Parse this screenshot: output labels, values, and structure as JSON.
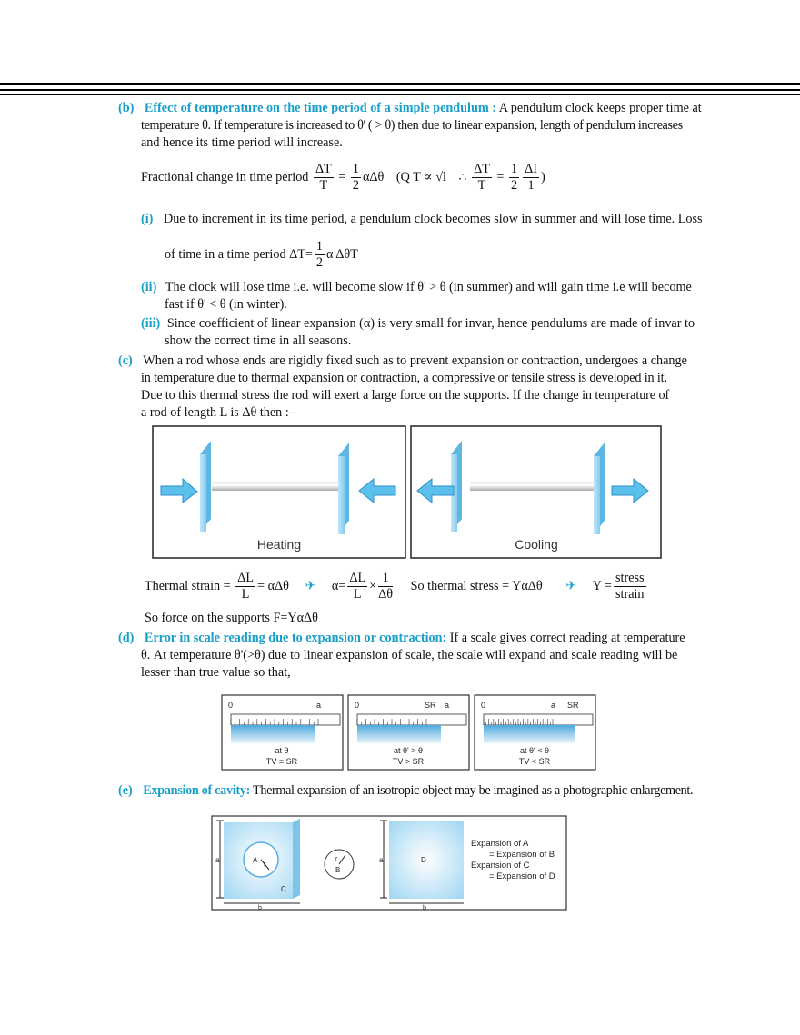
{
  "b": {
    "label": "(b)",
    "heading": "Effect of temperature on the time period of a simple pendulum :",
    "line1_rest": " A pendulum clock  keeps proper time at",
    "line2": "temperature θ. If temperature is increased to θ' ( > θ) then due to linear expansion, length of pendulum increases",
    "line3": "and  hence  its  time  period  will  increase.",
    "frac_text": "Fractional  change  in  time  period",
    "f1_num": "ΔT",
    "f1_den": "T",
    "eq": "=",
    "half_num": "1",
    "half_den": "2",
    "adt": "αΔθ",
    "since": "(Q T ∝ √l",
    "therefore": "∴",
    "f2_num": "ΔT",
    "f2_den": "T",
    "f3_num": "ΔI",
    "f3_den": "1",
    "close": ")",
    "i_label": "(i)",
    "i_line1": "Due to increment in its time period, a pendulum clock becomes slow in summer and will lose time. Loss",
    "i_line2_pre": "of time in a time period ΔT=",
    "i_line2_post": "α ΔθT",
    "ii_label": "(ii)",
    "ii_line1": "The clock will lose time i.e. will become slow if θ' > θ (in summer) and will gain time i.e will become",
    "ii_line2": "fast  if  θ' < θ  (in winter).",
    "iii_label": "(iii)",
    "iii_line1": "Since coefficient of linear expansion (α) is very small for invar, hence pendulums are made of invar to",
    "iii_line2": "show  the  correct  time  in  all  seasons."
  },
  "c": {
    "label": "(c)",
    "line1": "When a rod whose ends are rigidly fixed such as to prevent expansion or contraction, undergoes a change",
    "line2": "in temperature due to thermal expansion or contraction, a compressive or tensile stress is developed in it.",
    "line3": "Due to this thermal stress the rod will exert a large force on the supports. If the change in temperature of",
    "line4": "a  rod  of  length  L  is  Δθ  then :–",
    "heating": "Heating",
    "cooling": "Cooling",
    "strain_text": "Thermal strain =",
    "dl": "ΔL",
    "l": "L",
    "eq_adt": "= αΔθ",
    "arrow": "✈",
    "alpha_eq": "α=",
    "times": "×",
    "one": "1",
    "dtheta": "Δθ",
    "stress_text": "So thermal stress = YαΔθ",
    "y_eq": "Y =",
    "stress": "stress",
    "strain": "strain",
    "force": "So  force  on  the  supports  F=YαΔθ"
  },
  "d": {
    "label": "(d)",
    "heading": "Error in scale reading due to expansion or contraction:",
    "line1_rest": " If a scale gives correct  reading at temperature",
    "line2": "θ.  At temperature θ'(>θ) due to linear expansion of scale, the scale will expand and scale reading will be",
    "line3": "lesser  than  true  value  so  that,",
    "scales": [
      {
        "top_left": "0",
        "top_right1": "a",
        "top_right2": "",
        "cap1": "at θ",
        "cap2": "TV = SR"
      },
      {
        "top_left": "0",
        "top_right1": "SR",
        "top_right2": "a",
        "cap1": "at θ' > θ",
        "cap2": "TV > SR"
      },
      {
        "top_left": "0",
        "top_right1": "a",
        "top_right2": "SR",
        "cap1": "at θ' < θ",
        "cap2": "TV < SR"
      }
    ]
  },
  "e": {
    "label": "(e)",
    "heading": "Expansion of cavity:",
    "rest": " Thermal expansion of an isotropic object may be imagined as a photographic enlargement.",
    "A": "A",
    "r": "r",
    "B": "B",
    "C": "C",
    "D": "D",
    "a": "a",
    "b": "b",
    "note1": "Expansion of A",
    "note2": "= Expansion of B",
    "note3": "Expansion of C",
    "note4": "= Expansion of D"
  },
  "colors": {
    "accent": "#1a9fc9",
    "plate": "#8fd0f0"
  }
}
